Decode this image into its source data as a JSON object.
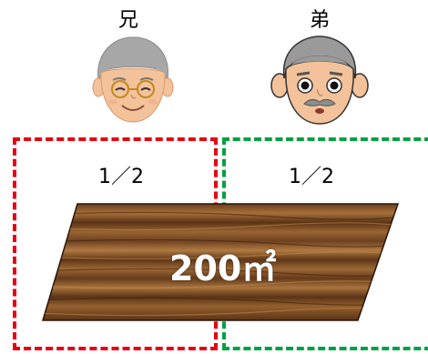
{
  "people": {
    "left": {
      "label": "兄",
      "icon": "older-brother-face-icon"
    },
    "right": {
      "label": "弟",
      "icon": "younger-brother-face-icon"
    }
  },
  "shares": {
    "left": "1／2",
    "right": "1／2"
  },
  "land": {
    "area_label": "200㎡",
    "texture": "wood-grain"
  },
  "colors": {
    "left_box": "#e60012",
    "right_box": "#00a040",
    "land_dark": "#5a3416",
    "land_light": "#a7703a",
    "skin": "#f3c29a"
  }
}
